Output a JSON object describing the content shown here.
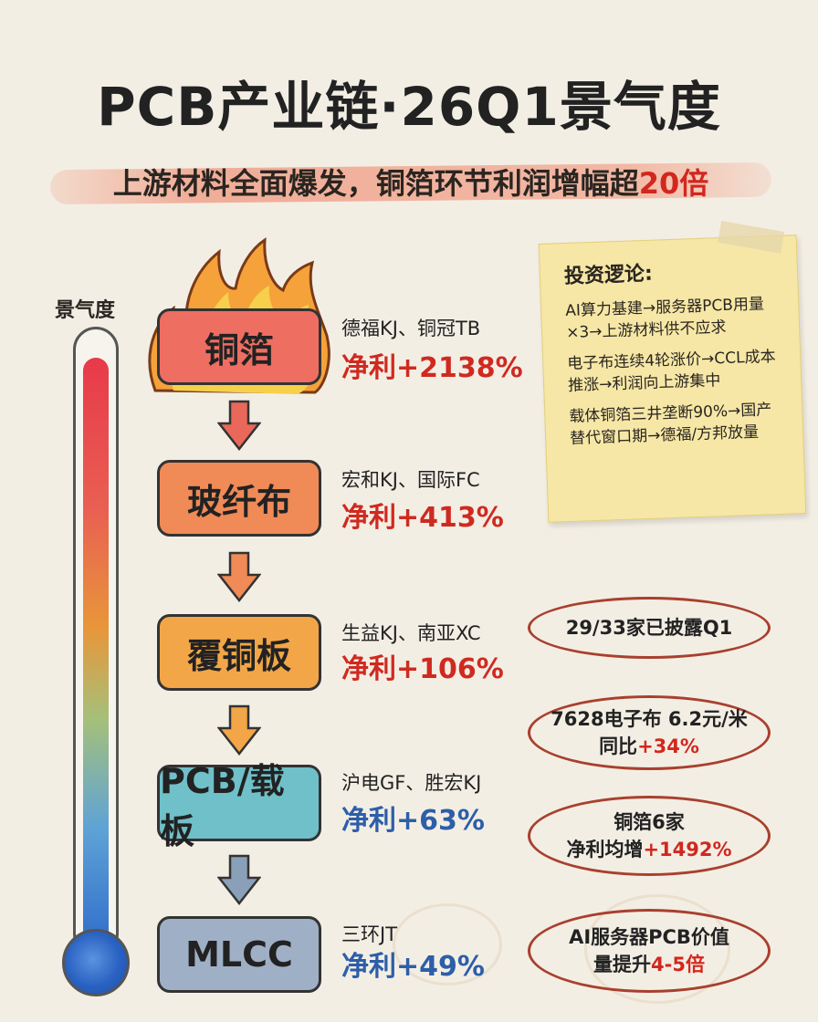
{
  "title": "PCB产业链·26Q1景气度",
  "subtitle": {
    "text": "上游材料全面爆发，铜箔环节利润增幅超",
    "highlight": "20倍"
  },
  "thermometer": {
    "label": "景气度"
  },
  "chain": [
    {
      "name": "铜箔",
      "companies": "德福KJ、铜冠TB",
      "profit": "净利+2138%",
      "color": "#ee6e62"
    },
    {
      "name": "玻纤布",
      "companies": "宏和KJ、国际FC",
      "profit": "净利+413%",
      "color": "#f08a57"
    },
    {
      "name": "覆铜板",
      "companies": "生益KJ、南亚XC",
      "profit": "净利+106%",
      "color": "#f2a648"
    },
    {
      "name": "PCB/载板",
      "companies": "沪电GF、胜宏KJ",
      "profit": "净利+63%",
      "color": "#6fc0c9"
    },
    {
      "name": "MLCC",
      "companies": "三环JT",
      "profit": "净利+49%",
      "color": "#9fb0c6"
    }
  ],
  "note": {
    "title": "投资逻论:",
    "paragraphs": [
      "AI算力基建→服务器PCB用量×3→上游材料供不应求",
      "电子布连续4轮涨价→CCL成本推涨→利润向上游集中",
      "载体铜箔三井垄断90%→国产替代窗口期→德福/方邦放量"
    ]
  },
  "callouts": [
    {
      "line1": "29/33家已披露Q1",
      "line2": "",
      "line2_hl": ""
    },
    {
      "line1": "7628电子布 6.2元/米",
      "line2": "同比",
      "line2_hl": "+34%"
    },
    {
      "line1": "铜箔6家",
      "line2": "净利均增",
      "line2_hl": "+1492%"
    },
    {
      "line1": "AI服务器PCB价值",
      "line2": "量提升",
      "line2_hl": "4-5倍"
    }
  ]
}
